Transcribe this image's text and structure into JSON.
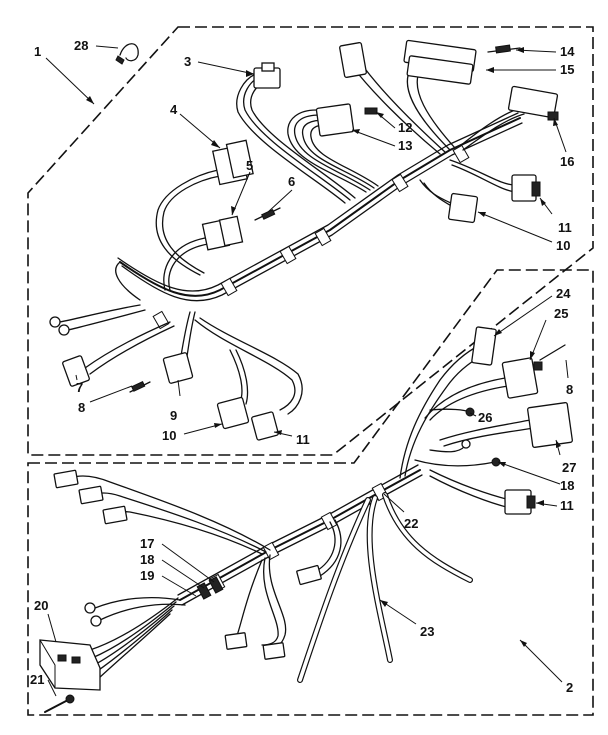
{
  "callouts": [
    {
      "id": "c1",
      "text": "1"
    },
    {
      "id": "c2",
      "text": "2"
    },
    {
      "id": "c3",
      "text": "3"
    },
    {
      "id": "c4",
      "text": "4"
    },
    {
      "id": "c5",
      "text": "5"
    },
    {
      "id": "c6",
      "text": "6"
    },
    {
      "id": "c7",
      "text": "7"
    },
    {
      "id": "c8a",
      "text": "8"
    },
    {
      "id": "c8b",
      "text": "8"
    },
    {
      "id": "c9",
      "text": "9"
    },
    {
      "id": "c10a",
      "text": "10"
    },
    {
      "id": "c10b",
      "text": "10"
    },
    {
      "id": "c11a",
      "text": "11"
    },
    {
      "id": "c11b",
      "text": "11"
    },
    {
      "id": "c11c",
      "text": "11"
    },
    {
      "id": "c12",
      "text": "12"
    },
    {
      "id": "c13",
      "text": "13"
    },
    {
      "id": "c14",
      "text": "14"
    },
    {
      "id": "c15",
      "text": "15"
    },
    {
      "id": "c16",
      "text": "16"
    },
    {
      "id": "c17",
      "text": "17"
    },
    {
      "id": "c18a",
      "text": "18"
    },
    {
      "id": "c18b",
      "text": "18"
    },
    {
      "id": "c19",
      "text": "19"
    },
    {
      "id": "c20",
      "text": "20"
    },
    {
      "id": "c21",
      "text": "21"
    },
    {
      "id": "c22",
      "text": "22"
    },
    {
      "id": "c23",
      "text": "23"
    },
    {
      "id": "c24",
      "text": "24"
    },
    {
      "id": "c25",
      "text": "25"
    },
    {
      "id": "c26",
      "text": "26"
    },
    {
      "id": "c27",
      "text": "27"
    },
    {
      "id": "c28",
      "text": "28"
    }
  ]
}
